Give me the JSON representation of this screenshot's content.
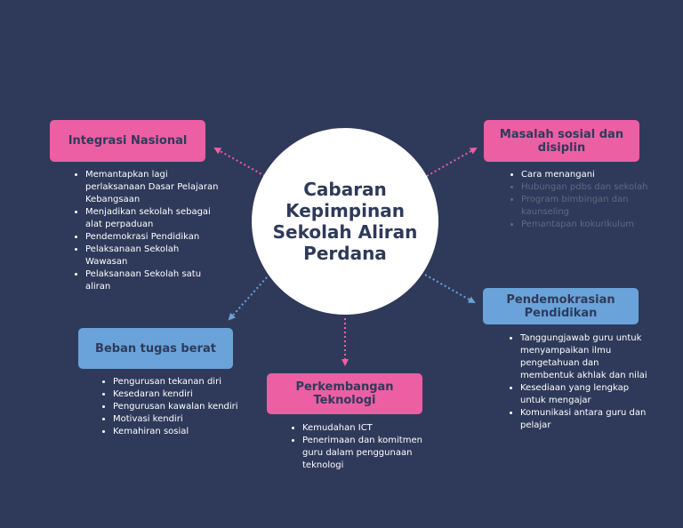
{
  "center": {
    "title": "Cabaran Kepimpinan Sekolah Aliran Perdana"
  },
  "colors": {
    "background": "#2f3a5a",
    "pink": "#ec5fa3",
    "blue": "#6aa3d9",
    "text_dark": "#2f3a5a",
    "text_light": "#ffffff",
    "text_dim": "#5f6781"
  },
  "nodes": {
    "integrasi": {
      "label": "Integrasi Nasional",
      "items": [
        "Memantapkan lagi perlaksanaan Dasar Pelajaran Kebangsaan",
        "Menjadikan sekolah sebagai alat perpaduan",
        "Pendemokrasi Pendidikan",
        "Pelaksanaan Sekolah Wawasan",
        "Pelaksanaan Sekolah satu aliran"
      ]
    },
    "masalah": {
      "label": "Masalah sosial dan disiplin",
      "items": [
        "Cara menangani",
        "Hubungan pdbs dan sekolah",
        "Program bimbingan dan kaunseling",
        "Pemantapan kokurikulum"
      ]
    },
    "pendemokrasian": {
      "label": "Pendemokrasian Pendidikan",
      "items": [
        "Tanggungjawab guru untuk menyampaikan ilmu pengetahuan dan membentuk akhlak dan nilai",
        "Kesediaan yang lengkap untuk mengajar",
        "Komunikasi antara guru dan pelajar"
      ]
    },
    "beban": {
      "label": "Beban tugas berat",
      "items": [
        "Pengurusan tekanan diri",
        "Kesedaran kendiri",
        "Pengurusan kawalan kendiri",
        "Motivasi kendiri",
        "Kemahiran sosial"
      ]
    },
    "teknologi": {
      "label": "Perkembangan Teknologi",
      "items": [
        "Kemudahan ICT",
        "Penerimaan dan komitmen guru dalam penggunaan teknologi"
      ]
    }
  }
}
